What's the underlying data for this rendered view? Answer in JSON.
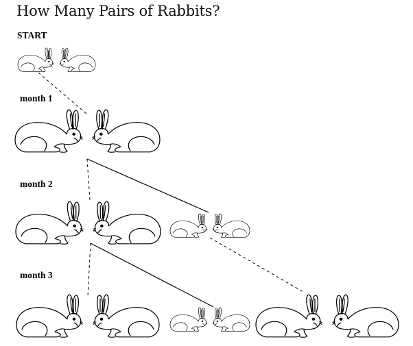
{
  "title": "How Many Pairs of Rabbits?",
  "stages": [
    {
      "label": "START",
      "pairs": [
        {
          "size": "small"
        }
      ]
    },
    {
      "label": "month 1",
      "pairs": [
        {
          "size": "large"
        }
      ]
    },
    {
      "label": "month 2",
      "pairs": [
        {
          "size": "large"
        },
        {
          "size": "small"
        }
      ]
    },
    {
      "label": "month 3",
      "pairs": [
        {
          "size": "large"
        },
        {
          "size": "small"
        },
        {
          "size": "large"
        }
      ]
    }
  ]
}
